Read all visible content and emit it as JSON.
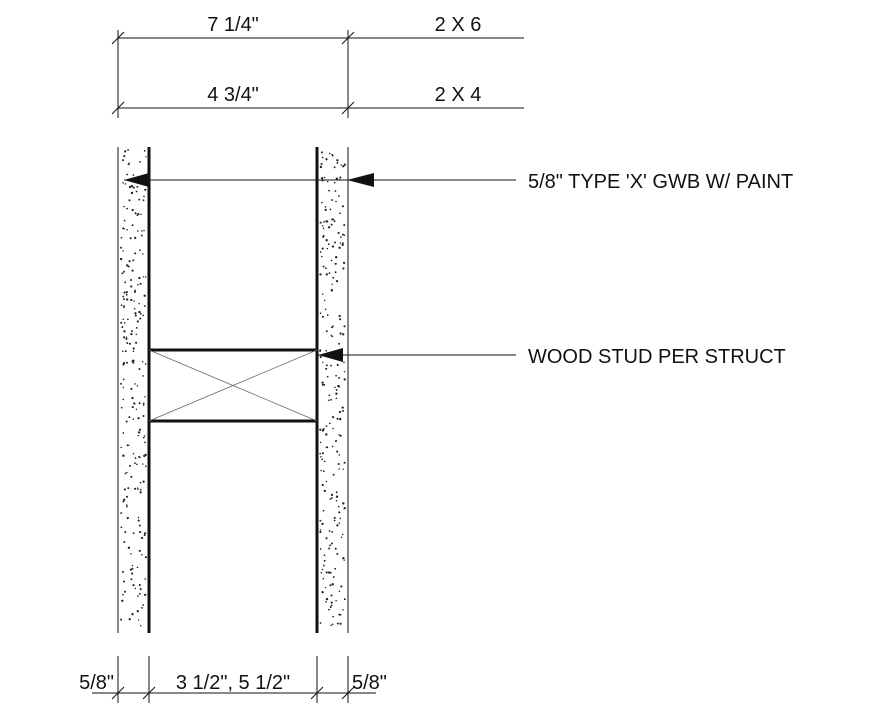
{
  "dimensions": {
    "top_overall": "7 1/4\"",
    "top_overall_size": "2 X 6",
    "top_inner": "4 3/4\"",
    "top_inner_size": "2 X 4",
    "bottom_left_gwb": "5/8\"",
    "bottom_stud": "3 1/2\", 5 1/2\"",
    "bottom_right_gwb": "5/8\""
  },
  "callouts": {
    "gwb": "5/8\" TYPE 'X' GWB W/ PAINT",
    "stud": "WOOD STUD PER STRUCT"
  }
}
